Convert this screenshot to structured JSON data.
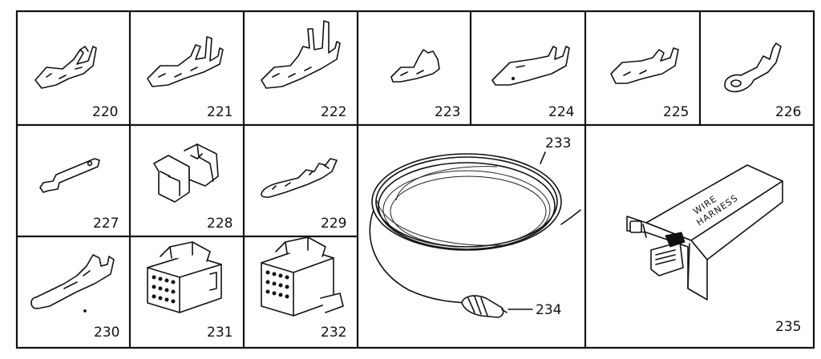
{
  "parts": [
    {
      "num": "220"
    },
    {
      "num": "221"
    },
    {
      "num": "222"
    },
    {
      "num": "223"
    },
    {
      "num": "224"
    },
    {
      "num": "225"
    },
    {
      "num": "226"
    },
    {
      "num": "227"
    },
    {
      "num": "228"
    },
    {
      "num": "229"
    },
    {
      "num": "230"
    },
    {
      "num": "231"
    },
    {
      "num": "232"
    },
    {
      "num": "233"
    },
    {
      "num": "234"
    },
    {
      "num": "235"
    }
  ],
  "box_label": {
    "line1": "WIRE",
    "line2": "HARNESS"
  }
}
